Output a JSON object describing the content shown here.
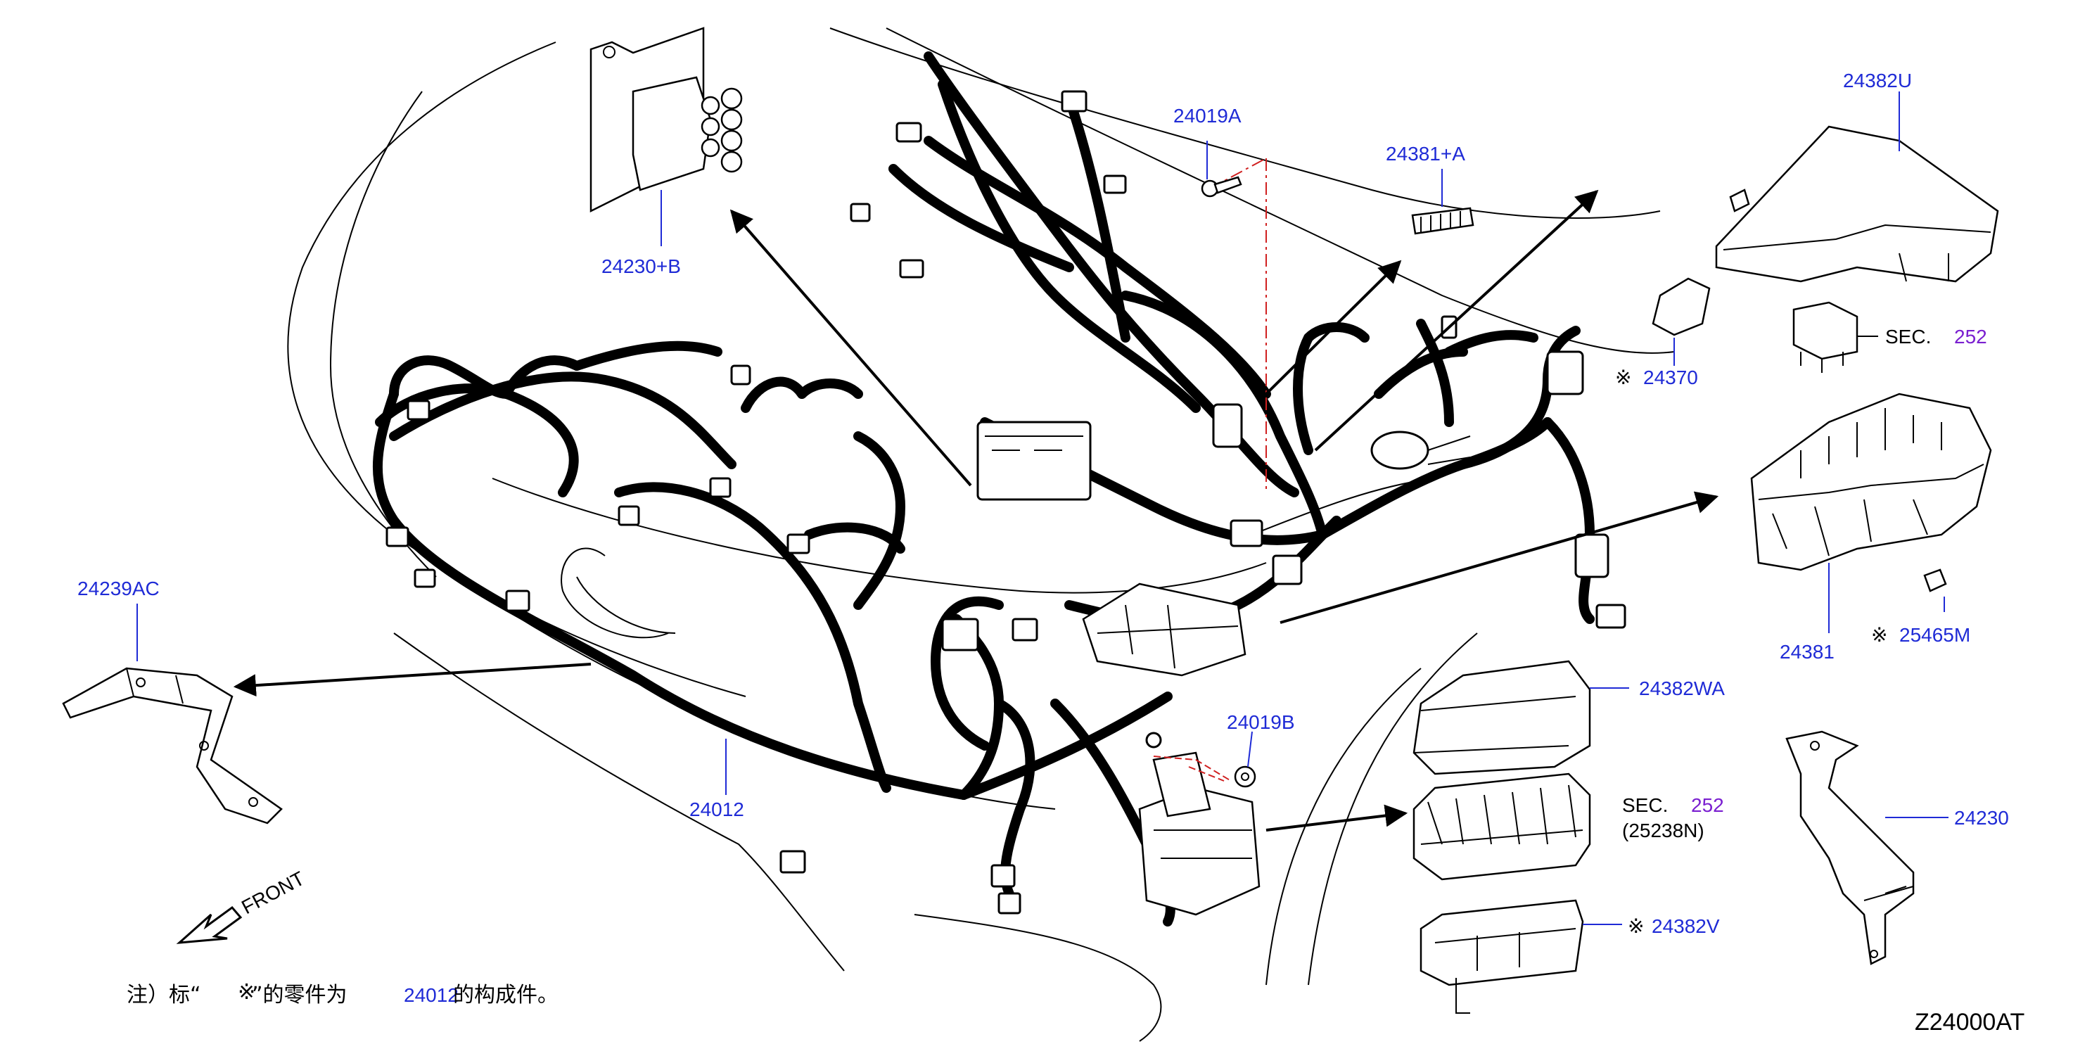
{
  "diagram_code": "Z24000AT",
  "front_label": "FRONT",
  "footnote": {
    "text_a": "注）标“",
    "symbol": "※",
    "text_b": "”的零件为",
    "part_ref": "24012",
    "text_c": "的构成件。"
  },
  "parts": {
    "p24230B": "24230+B",
    "p24019A": "24019A",
    "p24381A": "24381+A",
    "p24382U": "24382U",
    "p24370": "24370",
    "p24381": "24381",
    "p25465M": "25465M",
    "p24239AC": "24239AC",
    "p24012": "24012",
    "p24019B": "24019B",
    "p24382WA": "24382WA",
    "p24230": "24230",
    "p24382V": "24382V"
  },
  "sec_refs": {
    "sec_label": "SEC.",
    "sec_upper_num": "252",
    "sec_lower_num": "252",
    "sec_lower_sub": "(25238N)"
  },
  "mark": "※",
  "colors": {
    "label": "#1f2bd6",
    "sec_number": "#7a1fd0",
    "line": "#000000"
  }
}
